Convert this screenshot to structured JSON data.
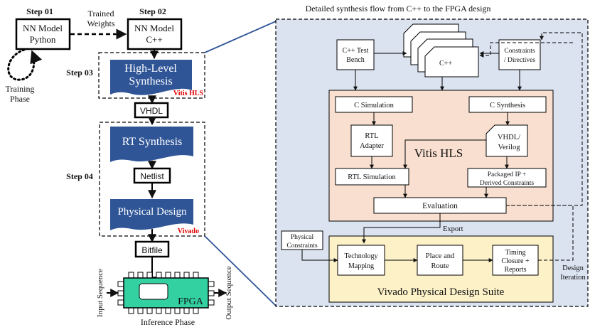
{
  "left_flow": {
    "step01": "Step 01",
    "step02": "Step 02",
    "step03": "Step 03",
    "step04": "Step 04",
    "nn_python": [
      "NN Model",
      "Python"
    ],
    "nn_cpp": [
      "NN Model",
      "C++"
    ],
    "trained_weights": [
      "Trained",
      "Weights"
    ],
    "training_phase": [
      "Training",
      "Phase"
    ],
    "hls": [
      "High-Level",
      "Synthesis"
    ],
    "vitis_hls_tag": "Vitis HLS",
    "vhdl": "VHDL",
    "rt_synthesis": "RT Synthesis",
    "netlist": "Netlist",
    "physical_design": "Physical Design",
    "vivado_tag": "Vivado",
    "bitfile": "Bitfile",
    "fpga": "FPGA",
    "input_sequence": "Input Sequence",
    "output_sequence": "Output Sequence",
    "inference_phase": "Inference Phase"
  },
  "right_flow": {
    "title": "Detailed synthesis flow from C++ to the FPGA design",
    "cpp_test_bench": [
      "C++ Test",
      "Bench"
    ],
    "cpp": "C++",
    "constraints": [
      "Constraints",
      "/ Directives"
    ],
    "c_simulation": "C Simulation",
    "c_synthesis": "C Synthesis",
    "rtl_adapter": [
      "RTL",
      "Adapter"
    ],
    "vhdl_verilog": [
      "VHDL/",
      "Verilog"
    ],
    "vitis_hls": "Vitis HLS",
    "rtl_simulation": "RTL Simulation",
    "packaged_ip": [
      "Packaged IP +",
      "Derived Constraints"
    ],
    "evaluation": "Evaluation",
    "export": "Export",
    "physical_constraints": [
      "Physical",
      "Constraints"
    ],
    "technology_mapping": [
      "Technology",
      "Mapping"
    ],
    "place_route": [
      "Place and",
      "Route"
    ],
    "timing_closure": [
      "Timing",
      "Closure +",
      "Reports"
    ],
    "design_iteration": [
      "Design",
      "Iteration"
    ],
    "vivado_suite": "Vivado Physical Design Suite"
  },
  "colors": {
    "blue_panel": "#dbe3f1",
    "vitis_fill": "#f8dfd0",
    "vivado_fill": "#fdf1c8",
    "doc_blue": "#2f5597",
    "fpga_green": "#33d1a1",
    "tag_red": "#e00000"
  }
}
